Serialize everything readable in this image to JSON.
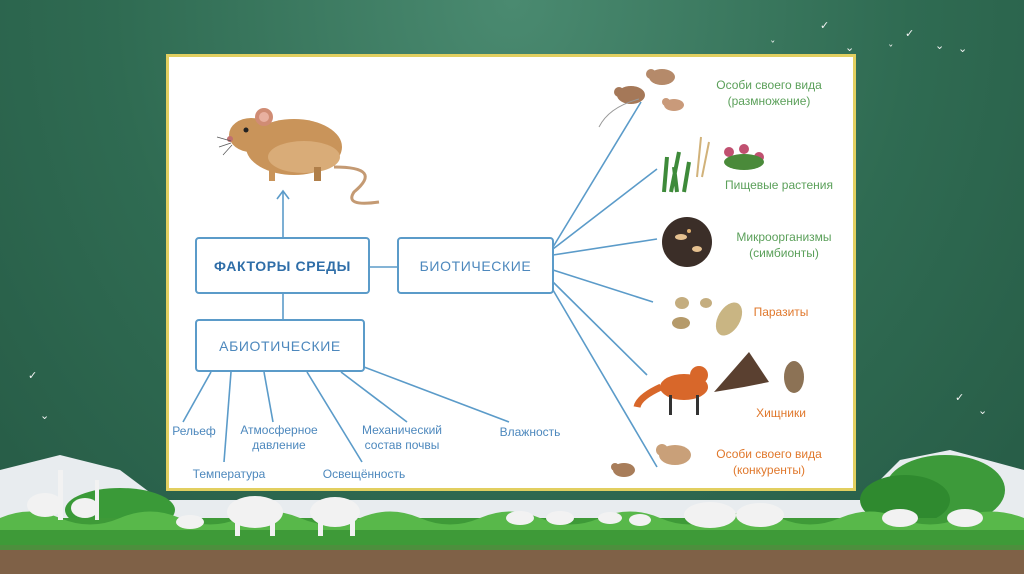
{
  "diagram": {
    "root": "ФАКТОРЫ СРЕДЫ",
    "biotic": "БИОТИЧЕСКИЕ",
    "abiotic": "АБИОТИЧЕСКИЕ",
    "abiotic_factors": {
      "relief": "Рельеф",
      "temperature": "Температура",
      "pressure_l1": "Атмосферное",
      "pressure_l2": "давление",
      "light": "Освещённость",
      "soil_l1": "Механический",
      "soil_l2": "состав почвы",
      "humidity": "Влажность"
    },
    "biotic_factors": {
      "same_species_repro_l1": "Особи своего вида",
      "same_species_repro_l2": "(размножение)",
      "food_plants": "Пищевые растения",
      "microorganisms_l1": "Микроорганизмы",
      "microorganisms_l2": "(симбионты)",
      "parasites": "Паразиты",
      "predators": "Хищники",
      "same_species_comp_l1": "Особи своего вида",
      "same_species_comp_l2": "(конкуренты)"
    }
  },
  "colors": {
    "background": "#2f6b52",
    "card_border": "#e2cf60",
    "box_border": "#5b9bc9",
    "link_line": "#5b9bc9",
    "green_label": "#5ba05a",
    "orange_label": "#e0782c"
  }
}
